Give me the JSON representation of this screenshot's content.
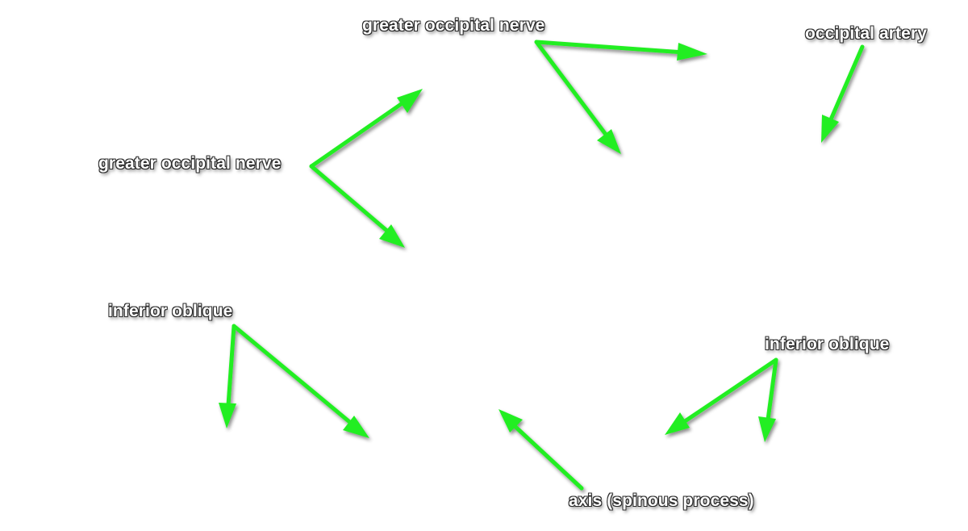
{
  "labels": {
    "gon_top": "greater occipital nerve",
    "occ_artery": "occipital artery",
    "gon_left": "greater occipital nerve",
    "io_left": "inferior oblique",
    "io_right": "inferior oblique",
    "axis": "axis (spinous process)"
  },
  "colors": {
    "arrow": "#22ee22",
    "label_text": "#ffffff",
    "label_outline": "#2a2a2a"
  }
}
